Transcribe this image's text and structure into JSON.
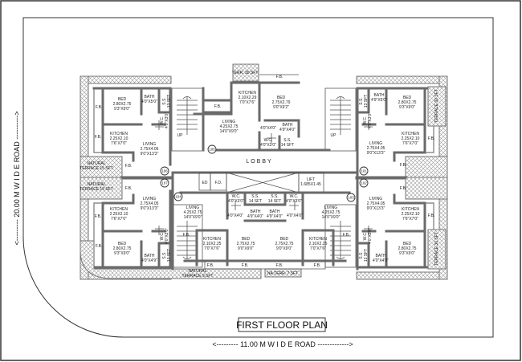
{
  "title": "FIRST FLOOR PLAN",
  "roads": {
    "bottom": "<--------- 11.00 M W I D E   ROAD ------------->",
    "left": "<--------- 20.00 M W I D E   ROAD ---------->"
  },
  "fb_label": "F.B.",
  "rooms": [
    {
      "name": "BED",
      "size_m": "2.80X2.75",
      "size_ft": "9'3\"X9'0\""
    },
    {
      "name": "BATH",
      "size_m": "4'0\"X5'0\""
    },
    {
      "name": "S.S.",
      "size_m": "13 SFT"
    },
    {
      "name": "W.C.",
      "size_m": "4'0\"X3'0\""
    },
    {
      "name": "KITCHEN",
      "size_m": "2.25X2.10",
      "size_ft": "7'6\"X7'0\""
    },
    {
      "name": "LIVING",
      "size_m": "2.75X4.05",
      "size_ft": "9'0\"X13'3\""
    },
    {
      "name": "NATURAL",
      "size_m": "TERRACE 15 SFT"
    },
    {
      "name": "LIVING",
      "size_m": "2.75X4.05",
      "size_ft": "9'0\"X13'3\""
    },
    {
      "name": "KITCHEN",
      "size_m": "2.25X2.10",
      "size_ft": "7'6\"X7'0\""
    },
    {
      "name": "BED",
      "size_m": "2.80X2.75",
      "size_ft": "9'3\"X9'0\""
    },
    {
      "name": "BATH",
      "size_m": "4'0\"X4'9\""
    },
    {
      "name": "S.S.",
      "size_m": "13 SFT"
    },
    {
      "name": "W.C.",
      "size_m": "4'0\"X3'0\""
    },
    {
      "name": "NATURAL",
      "size_m": "TERRACE 15 SFT"
    },
    {
      "name": "TERR. 30 SFT"
    },
    {
      "name": "KITCHEN",
      "size_m": "2.10X2.29",
      "size_ft": "7'0\"X7'6\""
    },
    {
      "name": "BED",
      "size_m": "2.75X2.79",
      "size_ft": "9'0\"X9'2\""
    },
    {
      "name": "LIVING",
      "size_m": "4.25X2.75",
      "size_ft": "14'0\"X9'0\""
    },
    {
      "name": "4'0\"X4'0\""
    },
    {
      "name": "BATH",
      "size_m": "4'9\"X4'0\""
    },
    {
      "name": "W.C.",
      "size_m": "4'0\"X3'0\""
    },
    {
      "name": "S.S.",
      "size_m": "14 SFT"
    },
    {
      "name": "BATH",
      "size_m": "4'9\"X5'0\""
    },
    {
      "name": "S.S.",
      "size_m": "13 SFT"
    },
    {
      "name": "W.C.",
      "size_m": "4'0\"X3'0\""
    },
    {
      "name": "BED",
      "size_m": "2.80X2.75",
      "size_ft": "9'3\"X9'0\""
    },
    {
      "name": "TERRACE 30 SFT"
    },
    {
      "name": "KITCHEN",
      "size_m": "2.25X2.10",
      "size_ft": "7'6\"X7'0\""
    },
    {
      "name": "LIVING",
      "size_m": "2.75X4.05",
      "size_ft": "9'0\"X13'3\""
    },
    {
      "name": "LIVING",
      "size_m": "2.75X4.05",
      "size_ft": "9'0\"X13'3\""
    },
    {
      "name": "KITCHEN",
      "size_m": "2.25X2.10",
      "size_ft": "7'6\"X7'0\""
    },
    {
      "name": "BED",
      "size_m": "2.80X2.75",
      "size_ft": "9'3\"X9'0\""
    },
    {
      "name": "BATH",
      "size_m": "4'0\"X4'9\""
    },
    {
      "name": "S.S.",
      "size_m": "13 SFT"
    },
    {
      "name": "W.C.",
      "size_m": "4'0\"X3'0\""
    },
    {
      "name": "TERRACE 30 SFT"
    },
    {
      "name": "ED"
    },
    {
      "name": "F.D."
    },
    {
      "name": "LIFT",
      "size_m": "1.685X1.45"
    },
    {
      "name": "W.C.",
      "size_m": "4'0\"X3'0\""
    },
    {
      "name": "S.S.",
      "size_m": "14 SFT"
    },
    {
      "name": "S.S.",
      "size_m": "14 SFT"
    },
    {
      "name": "W.C.",
      "size_m": "4'0\"X3'0\""
    },
    {
      "name": "LIVING",
      "size_m": "4.25X2.75",
      "size_ft": "14'0\"X9'0\""
    },
    {
      "name": "4'0\"X4'0\""
    },
    {
      "name": "BATH",
      "size_m": "4'9\"X4'0\""
    },
    {
      "name": "BATH",
      "size_m": "4'9\"X4'0\""
    },
    {
      "name": "4'0\"X4'0\""
    },
    {
      "name": "LIVING",
      "size_m": "4.25X2.75",
      "size_ft": "14'0\"X9'0\""
    },
    {
      "name": "KITCHEN",
      "size_m": "2.10X2.25",
      "size_ft": "7'0\"X7'6\""
    },
    {
      "name": "BED",
      "size_m": "2.75X2.75",
      "size_ft": "9'0\"X9'0\""
    },
    {
      "name": "BED",
      "size_m": "2.75X2.75",
      "size_ft": "9'0\"X9'0\""
    },
    {
      "name": "KITCHEN",
      "size_m": "2.10X2.25",
      "size_ft": "7'0\"X7'6\""
    },
    {
      "name": "NATURAL",
      "size_m": "TERRACE 9 SFT"
    },
    {
      "name": "NA.TERR. 7 SFT"
    },
    {
      "name": "LOBBY"
    }
  ],
  "stairs_label": "UP",
  "flat_numbers": [
    "106",
    "107",
    "105",
    "104",
    "103",
    "101",
    "102"
  ]
}
